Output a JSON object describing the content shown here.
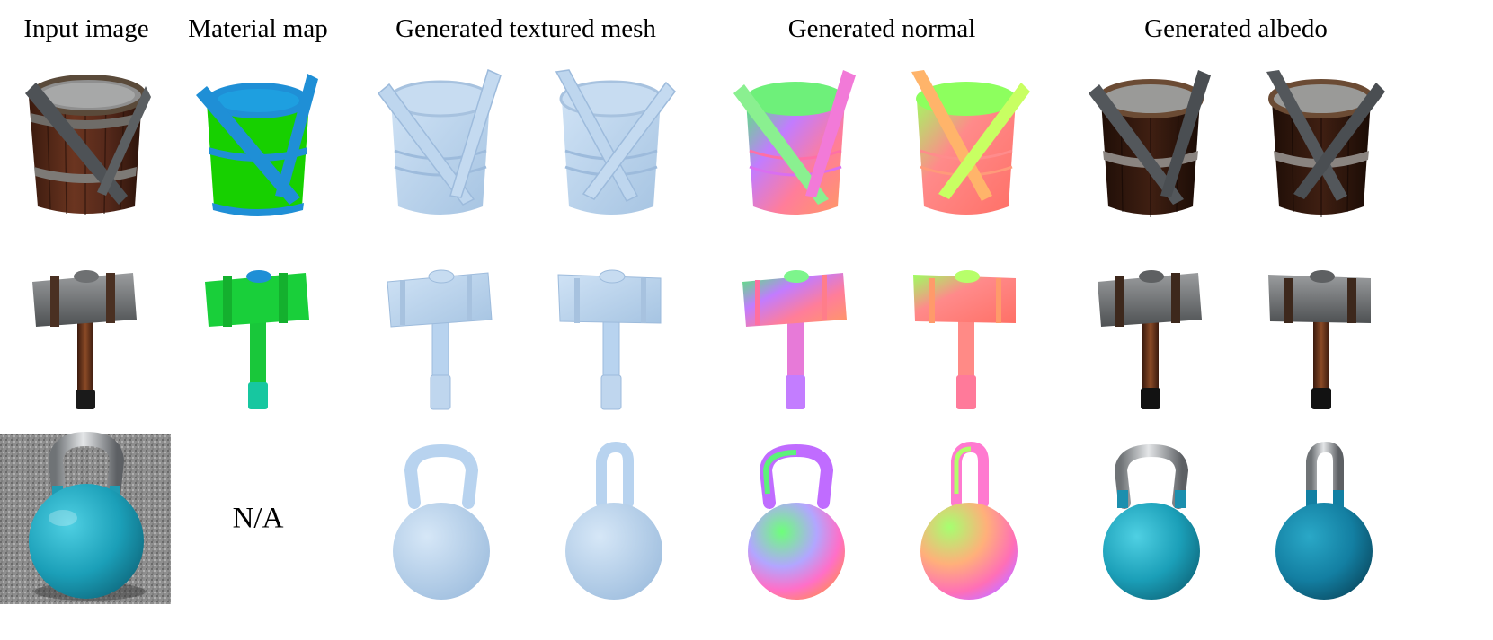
{
  "headers": {
    "input": "Input image",
    "material": "Material map",
    "mesh": "Generated textured mesh",
    "normal": "Generated normal",
    "albedo": "Generated albedo"
  },
  "na_label": "N/A",
  "colors": {
    "mesh": "#b8d3ef",
    "mesh_shadow": "#9dbbdc",
    "mat_green": "#17d000",
    "mat_blue": "#1f8fd6",
    "wood": "#5a2a18",
    "metal": "#7b7f82",
    "kettle_teal": "#1f9bb3",
    "chrome": "#b9bcbf",
    "ground": "#8c8c8c"
  }
}
